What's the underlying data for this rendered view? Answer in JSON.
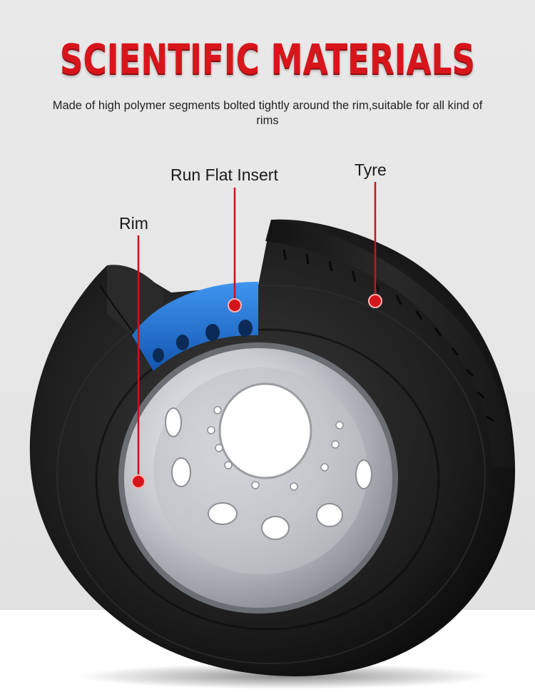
{
  "header": {
    "title": "SCIENTIFIC MATERIALS",
    "subtitle": "Made of high polymer segments bolted tightly around the rim,suitable for all kind of rims"
  },
  "callouts": [
    {
      "label": "Rim"
    },
    {
      "label": "Run Flat Insert"
    },
    {
      "label": "Tyre"
    }
  ],
  "colors": {
    "title": "#d8151b",
    "callout_line": "#c8141a",
    "insert": "#1f78d8",
    "tyre": "#1c1c1c",
    "rim": "#c9ccd1"
  }
}
